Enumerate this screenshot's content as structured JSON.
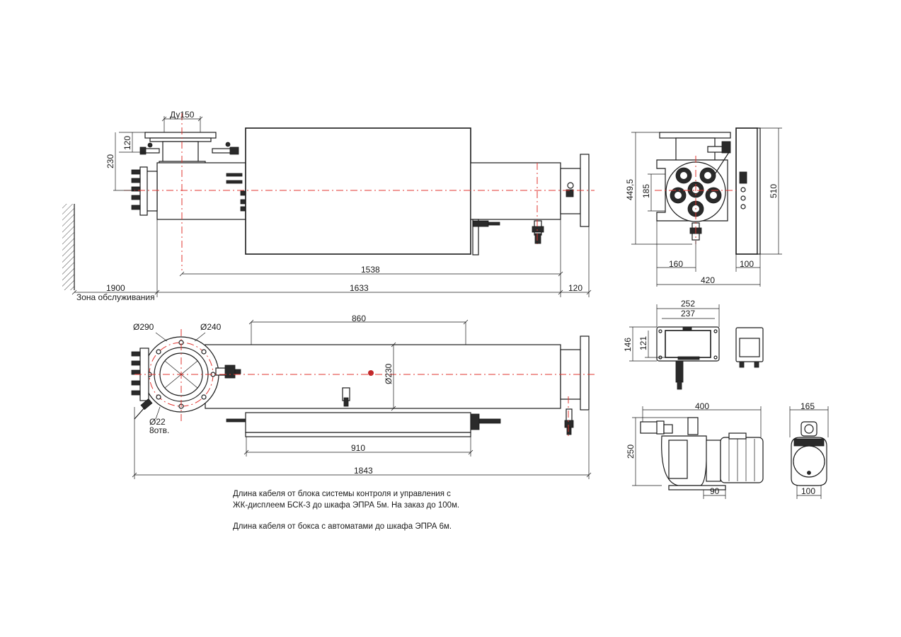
{
  "dimensions": {
    "du150": "Ду150",
    "d120_top": "120",
    "d230": "230",
    "d1538": "1538",
    "d1900": "1900",
    "d1633": "1633",
    "d120_flange": "120",
    "service_zone": "Зона обслуживания",
    "d860": "860",
    "phi290": "Ø290",
    "phi240": "Ø240",
    "phi230": "Ø230",
    "phi22": "Ø22",
    "holes": "8отв.",
    "d910": "910",
    "d1843": "1843",
    "d449_5": "449,5",
    "d185": "185",
    "d510": "510",
    "d160": "160",
    "d100_side": "100",
    "d420": "420",
    "d252": "252",
    "d237": "237",
    "d146": "146",
    "d121": "121",
    "d400": "400",
    "d250": "250",
    "d90": "90",
    "d165": "165",
    "d100_pump": "100"
  },
  "notes": {
    "line1": "Длина кабеля от блока системы контроля и управления с",
    "line2": "ЖК-дисплеем БСК-3 до шкафа ЭПРА 5м. На заказ до 100м.",
    "line3": "Длина кабеля от бокса с автоматами до шкафа ЭПРА 6м."
  },
  "colors": {
    "line": "#1a1a1a",
    "axis": "#e0342f"
  }
}
